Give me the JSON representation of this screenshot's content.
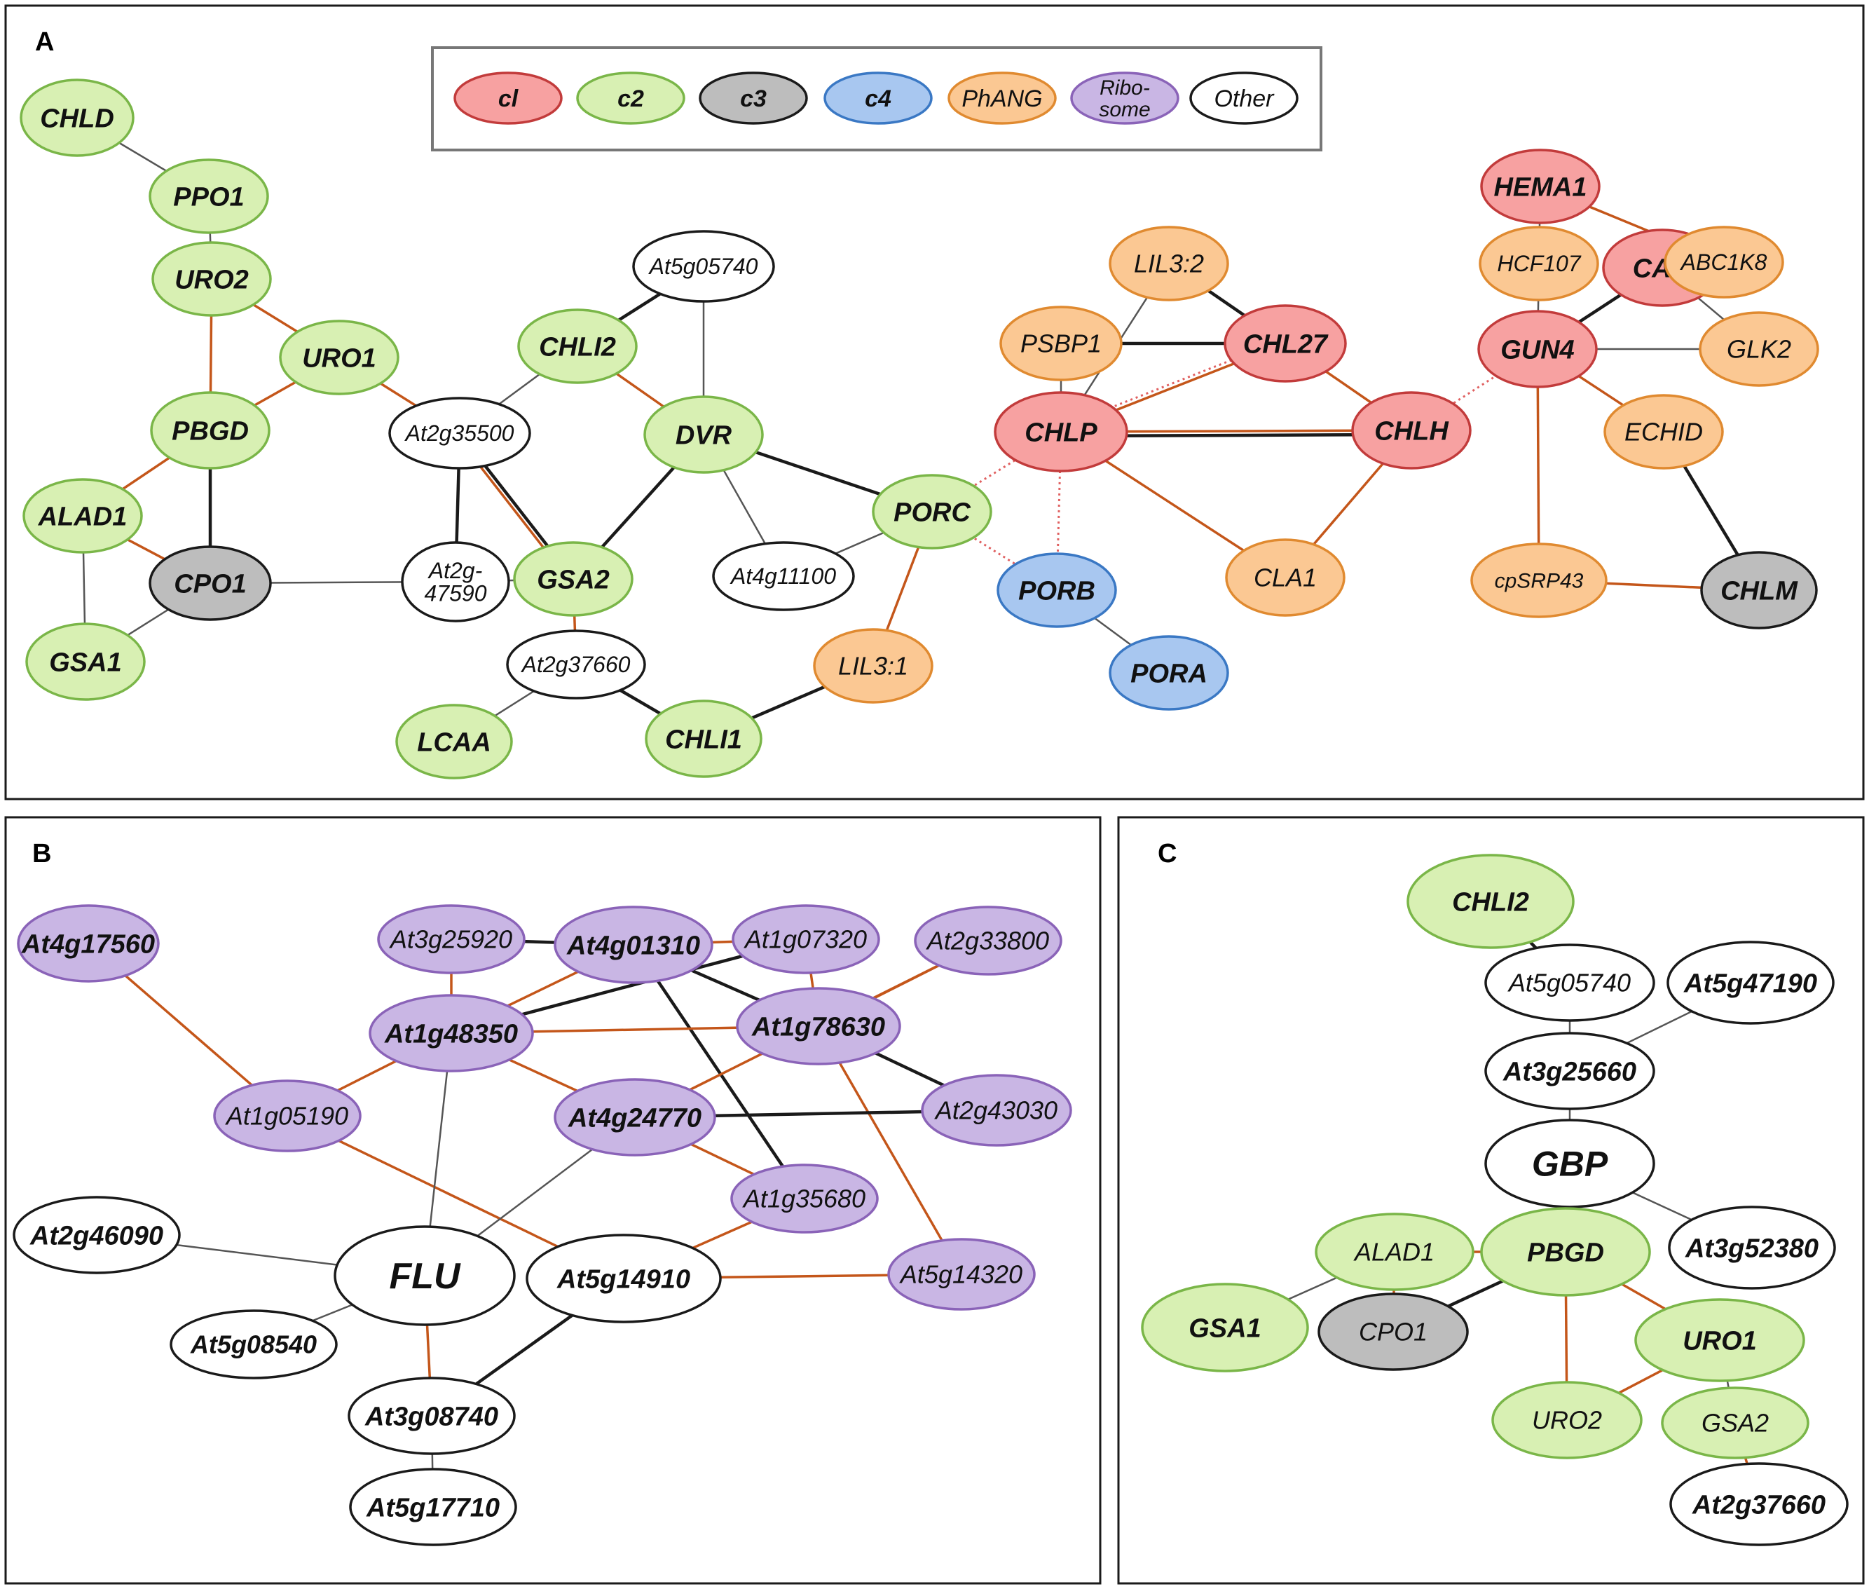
{
  "panel_labels": {
    "A": "A",
    "B": "B",
    "C": "C"
  },
  "colors": {
    "c1": {
      "fill": "#f7a1a1",
      "stroke": "#c23b3b"
    },
    "c2": {
      "fill": "#d8f0b3",
      "stroke": "#7ab648"
    },
    "c3": {
      "fill": "#bdbdbd",
      "stroke": "#1a1a1a"
    },
    "c4": {
      "fill": "#a8c7f0",
      "stroke": "#3a78c4"
    },
    "phang": {
      "fill": "#fbc893",
      "stroke": "#e08a30"
    },
    "ribo": {
      "fill": "#c9b6e4",
      "stroke": "#8a63b8"
    },
    "other": {
      "fill": "#ffffff",
      "stroke": "#1a1a1a"
    },
    "edge_black": "#1a1a1a",
    "edge_orange": "#c4561a",
    "edge_dotted": "#e06060",
    "edge_gray": "#555555"
  },
  "legend": [
    {
      "key": "c1",
      "label": "cl",
      "bold": true
    },
    {
      "key": "c2",
      "label": "c2",
      "bold": true
    },
    {
      "key": "c3",
      "label": "c3",
      "bold": true
    },
    {
      "key": "c4",
      "label": "c4",
      "bold": true
    },
    {
      "key": "phang",
      "label": "PhANG",
      "bold": false
    },
    {
      "key": "ribo",
      "label": "Ribo-\nsome",
      "bold": false
    },
    {
      "key": "other",
      "label": "Other",
      "bold": false
    }
  ],
  "panels": {
    "A": {
      "nodes": [
        {
          "id": "CHLD",
          "label": "CHLD",
          "cls": "c2",
          "bold": true
        },
        {
          "id": "PPO1",
          "label": "PPO1",
          "cls": "c2",
          "bold": true
        },
        {
          "id": "URO2",
          "label": "URO2",
          "cls": "c2",
          "bold": true
        },
        {
          "id": "URO1",
          "label": "URO1",
          "cls": "c2",
          "bold": true
        },
        {
          "id": "PBGD",
          "label": "PBGD",
          "cls": "c2",
          "bold": true
        },
        {
          "id": "ALAD1",
          "label": "ALAD1",
          "cls": "c2",
          "bold": true
        },
        {
          "id": "CPO1",
          "label": "CPO1",
          "cls": "c3",
          "bold": true
        },
        {
          "id": "GSA1",
          "label": "GSA1",
          "cls": "c2",
          "bold": true
        },
        {
          "id": "At2g35500",
          "label": "At2g35500",
          "cls": "other",
          "bold": false
        },
        {
          "id": "At2g47590",
          "label": "At2g-\n47590",
          "cls": "other",
          "bold": false
        },
        {
          "id": "GSA2",
          "label": "GSA2",
          "cls": "c2",
          "bold": true
        },
        {
          "id": "At2g37660",
          "label": "At2g37660",
          "cls": "other",
          "bold": false
        },
        {
          "id": "LCAA",
          "label": "LCAA",
          "cls": "c2",
          "bold": true
        },
        {
          "id": "CHLI1",
          "label": "CHLI1",
          "cls": "c2",
          "bold": true
        },
        {
          "id": "CHLI2",
          "label": "CHLI2",
          "cls": "c2",
          "bold": true
        },
        {
          "id": "At5g05740",
          "label": "At5g05740",
          "cls": "other",
          "bold": false
        },
        {
          "id": "DVR",
          "label": "DVR",
          "cls": "c2",
          "bold": true
        },
        {
          "id": "At4g11100",
          "label": "At4g11100",
          "cls": "other",
          "bold": false
        },
        {
          "id": "PORC",
          "label": "PORC",
          "cls": "c2",
          "bold": true
        },
        {
          "id": "LIL3_1",
          "label": "LIL3:1",
          "cls": "phang",
          "bold": false
        },
        {
          "id": "PORB",
          "label": "PORB",
          "cls": "c4",
          "bold": true
        },
        {
          "id": "PORA",
          "label": "PORA",
          "cls": "c4",
          "bold": true
        },
        {
          "id": "PSBP1",
          "label": "PSBP1",
          "cls": "phang",
          "bold": false
        },
        {
          "id": "LIL3_2",
          "label": "LIL3:2",
          "cls": "phang",
          "bold": false
        },
        {
          "id": "CHL27",
          "label": "CHL27",
          "cls": "c1",
          "bold": true
        },
        {
          "id": "CHLP",
          "label": "CHLP",
          "cls": "c1",
          "bold": true
        },
        {
          "id": "CHLH",
          "label": "CHLH",
          "cls": "c1",
          "bold": true
        },
        {
          "id": "CLA1",
          "label": "CLA1",
          "cls": "phang",
          "bold": false
        },
        {
          "id": "HEMA1",
          "label": "HEMA1",
          "cls": "c1",
          "bold": true
        },
        {
          "id": "HCF107",
          "label": "HCF107",
          "cls": "phang",
          "bold": false
        },
        {
          "id": "CAO",
          "label": "CAO",
          "cls": "c1",
          "bold": true
        },
        {
          "id": "ABC1K8",
          "label": "ABC1K8",
          "cls": "phang",
          "bold": false
        },
        {
          "id": "GUN4",
          "label": "GUN4",
          "cls": "c1",
          "bold": true
        },
        {
          "id": "GLK2",
          "label": "GLK2",
          "cls": "phang",
          "bold": false
        },
        {
          "id": "ECHID",
          "label": "ECHID",
          "cls": "phang",
          "bold": false
        },
        {
          "id": "cpSRP43",
          "label": "cpSRP43",
          "cls": "phang",
          "bold": false
        },
        {
          "id": "CHLM",
          "label": "CHLM",
          "cls": "c3",
          "bold": true
        }
      ],
      "edges": [
        [
          "CHLD",
          "PPO1",
          "gray"
        ],
        [
          "PPO1",
          "URO2",
          "gray"
        ],
        [
          "URO2",
          "PBGD",
          "orange"
        ],
        [
          "URO2",
          "URO1",
          "orange"
        ],
        [
          "URO1",
          "PBGD",
          "orange"
        ],
        [
          "URO1",
          "At2g35500",
          "orange"
        ],
        [
          "PBGD",
          "ALAD1",
          "orange"
        ],
        [
          "PBGD",
          "CPO1",
          "black"
        ],
        [
          "ALAD1",
          "CPO1",
          "orange"
        ],
        [
          "ALAD1",
          "GSA1",
          "gray"
        ],
        [
          "CPO1",
          "GSA1",
          "gray"
        ],
        [
          "CPO1",
          "At2g47590",
          "gray"
        ],
        [
          "At2g35500",
          "At2g47590",
          "black"
        ],
        [
          "At2g35500",
          "GSA2",
          "black"
        ],
        [
          "At2g35500",
          "GSA2",
          "orange"
        ],
        [
          "At2g35500",
          "CHLI2",
          "gray"
        ],
        [
          "At2g47590",
          "GSA2",
          "gray"
        ],
        [
          "GSA2",
          "At2g37660",
          "orange"
        ],
        [
          "GSA2",
          "DVR",
          "black"
        ],
        [
          "At2g37660",
          "LCAA",
          "gray"
        ],
        [
          "At2g37660",
          "CHLI1",
          "black"
        ],
        [
          "CHLI1",
          "LIL3_1",
          "black"
        ],
        [
          "CHLI2",
          "DVR",
          "orange"
        ],
        [
          "CHLI2",
          "At5g05740",
          "black"
        ],
        [
          "At5g05740",
          "DVR",
          "gray"
        ],
        [
          "DVR",
          "PORC",
          "black"
        ],
        [
          "DVR",
          "At4g11100",
          "gray"
        ],
        [
          "At4g11100",
          "PORC",
          "gray"
        ],
        [
          "PORC",
          "LIL3_1",
          "orange"
        ],
        [
          "PORC",
          "CHLP",
          "dotted"
        ],
        [
          "PORC",
          "PORB",
          "dotted"
        ],
        [
          "CHLP",
          "PORB",
          "dotted"
        ],
        [
          "PORB",
          "PORA",
          "gray"
        ],
        [
          "PSBP1",
          "CHL27",
          "black"
        ],
        [
          "PSBP1",
          "CHLP",
          "gray"
        ],
        [
          "LIL3_2",
          "CHLP",
          "gray"
        ],
        [
          "LIL3_2",
          "CHL27",
          "black"
        ],
        [
          "CHL27",
          "CHLP",
          "orange"
        ],
        [
          "CHL27",
          "CHLP",
          "dotted"
        ],
        [
          "CHL27",
          "CHLH",
          "orange"
        ],
        [
          "CHLP",
          "CHLH",
          "orange"
        ],
        [
          "CHLP",
          "CHLH",
          "black"
        ],
        [
          "CHLP",
          "CLA1",
          "orange"
        ],
        [
          "CHLH",
          "CLA1",
          "orange"
        ],
        [
          "CHLH",
          "GUN4",
          "dotted"
        ],
        [
          "HEMA1",
          "HCF107",
          "gray"
        ],
        [
          "HEMA1",
          "ABC1K8",
          "orange"
        ],
        [
          "HCF107",
          "GUN4",
          "gray"
        ],
        [
          "CAO",
          "ABC1K8",
          "orange"
        ],
        [
          "CAO",
          "GUN4",
          "black"
        ],
        [
          "CAO",
          "GLK2",
          "gray"
        ],
        [
          "GUN4",
          "GLK2",
          "gray"
        ],
        [
          "GUN4",
          "ECHID",
          "orange"
        ],
        [
          "GUN4",
          "cpSRP43",
          "orange"
        ],
        [
          "ECHID",
          "CHLM",
          "black"
        ],
        [
          "cpSRP43",
          "CHLM",
          "orange"
        ]
      ]
    },
    "B": {
      "nodes": [
        {
          "id": "At4g17560",
          "label": "At4g17560",
          "cls": "ribo",
          "bold": true
        },
        {
          "id": "At3g25920",
          "label": "At3g25920",
          "cls": "ribo",
          "bold": false
        },
        {
          "id": "At4g01310",
          "label": "At4g01310",
          "cls": "ribo",
          "bold": true
        },
        {
          "id": "At1g07320",
          "label": "At1g07320",
          "cls": "ribo",
          "bold": false
        },
        {
          "id": "At2g33800",
          "label": "At2g33800",
          "cls": "ribo",
          "bold": false
        },
        {
          "id": "At1g48350",
          "label": "At1g48350",
          "cls": "ribo",
          "bold": true
        },
        {
          "id": "At1g78630",
          "label": "At1g78630",
          "cls": "ribo",
          "bold": true
        },
        {
          "id": "At1g05190",
          "label": "At1g05190",
          "cls": "ribo",
          "bold": false
        },
        {
          "id": "At4g24770",
          "label": "At4g24770",
          "cls": "ribo",
          "bold": true
        },
        {
          "id": "At2g43030",
          "label": "At2g43030",
          "cls": "ribo",
          "bold": false
        },
        {
          "id": "At1g35680",
          "label": "At1g35680",
          "cls": "ribo",
          "bold": false
        },
        {
          "id": "At5g14320",
          "label": "At5g14320",
          "cls": "ribo",
          "bold": false
        },
        {
          "id": "At2g46090",
          "label": "At2g46090",
          "cls": "other",
          "bold": true
        },
        {
          "id": "FLU",
          "label": "FLU",
          "cls": "other",
          "bold": true
        },
        {
          "id": "At5g14910",
          "label": "At5g14910",
          "cls": "other",
          "bold": true
        },
        {
          "id": "At5g08540",
          "label": "At5g08540",
          "cls": "other",
          "bold": true
        },
        {
          "id": "At3g08740",
          "label": "At3g08740",
          "cls": "other",
          "bold": true
        },
        {
          "id": "At5g17710",
          "label": "At5g17710",
          "cls": "other",
          "bold": true
        }
      ],
      "edges": [
        [
          "At4g17560",
          "At1g05190",
          "orange"
        ],
        [
          "At1g05190",
          "At1g48350",
          "orange"
        ],
        [
          "At1g05190",
          "At5g14910",
          "orange"
        ],
        [
          "At3g25920",
          "At4g01310",
          "black"
        ],
        [
          "At3g25920",
          "At1g48350",
          "orange"
        ],
        [
          "At4g01310",
          "At1g48350",
          "orange"
        ],
        [
          "At4g01310",
          "At1g07320",
          "orange"
        ],
        [
          "At4g01310",
          "At1g78630",
          "black"
        ],
        [
          "At4g01310",
          "At1g35680",
          "black"
        ],
        [
          "At1g07320",
          "At1g48350",
          "black"
        ],
        [
          "At1g07320",
          "At1g78630",
          "orange"
        ],
        [
          "At2g33800",
          "At1g78630",
          "orange"
        ],
        [
          "At2g33800",
          "At4g24770",
          "orange"
        ],
        [
          "At1g48350",
          "At1g78630",
          "orange"
        ],
        [
          "At1g48350",
          "At4g24770",
          "orange"
        ],
        [
          "At1g48350",
          "FLU",
          "gray"
        ],
        [
          "At1g78630",
          "At2g43030",
          "black"
        ],
        [
          "At1g78630",
          "At5g14320",
          "orange"
        ],
        [
          "At4g24770",
          "At2g43030",
          "black"
        ],
        [
          "At4g24770",
          "At1g35680",
          "orange"
        ],
        [
          "At4g24770",
          "FLU",
          "gray"
        ],
        [
          "At1g35680",
          "At5g14910",
          "orange"
        ],
        [
          "At5g14910",
          "At5g14320",
          "orange"
        ],
        [
          "At5g14910",
          "At3g08740",
          "black"
        ],
        [
          "At2g46090",
          "FLU",
          "gray"
        ],
        [
          "FLU",
          "At5g08540",
          "gray"
        ],
        [
          "FLU",
          "At3g08740",
          "orange"
        ],
        [
          "At3g08740",
          "At5g17710",
          "gray"
        ]
      ]
    },
    "C": {
      "nodes": [
        {
          "id": "CHLI2",
          "label": "CHLI2",
          "cls": "c2",
          "bold": true
        },
        {
          "id": "At5g05740",
          "label": "At5g05740",
          "cls": "other",
          "bold": false
        },
        {
          "id": "At5g47190",
          "label": "At5g47190",
          "cls": "other",
          "bold": true
        },
        {
          "id": "At3g25660",
          "label": "At3g25660",
          "cls": "other",
          "bold": true
        },
        {
          "id": "GBP",
          "label": "GBP",
          "cls": "other",
          "bold": true
        },
        {
          "id": "At3g52380",
          "label": "At3g52380",
          "cls": "other",
          "bold": true
        },
        {
          "id": "ALAD1",
          "label": "ALAD1",
          "cls": "c2",
          "bold": false
        },
        {
          "id": "PBGD",
          "label": "PBGD",
          "cls": "c2",
          "bold": true
        },
        {
          "id": "GSA1",
          "label": "GSA1",
          "cls": "c2",
          "bold": true
        },
        {
          "id": "CPO1",
          "label": "CPO1",
          "cls": "c3",
          "bold": false
        },
        {
          "id": "URO1",
          "label": "URO1",
          "cls": "c2",
          "bold": true
        },
        {
          "id": "URO2",
          "label": "URO2",
          "cls": "c2",
          "bold": false
        },
        {
          "id": "GSA2",
          "label": "GSA2",
          "cls": "c2",
          "bold": false
        },
        {
          "id": "At2g37660",
          "label": "At2g37660",
          "cls": "other",
          "bold": true
        }
      ],
      "edges": [
        [
          "CHLI2",
          "At5g05740",
          "black"
        ],
        [
          "At5g05740",
          "At3g25660",
          "gray"
        ],
        [
          "At5g47190",
          "At3g25660",
          "gray"
        ],
        [
          "At3g25660",
          "GBP",
          "gray"
        ],
        [
          "GBP",
          "PBGD",
          "gray"
        ],
        [
          "GBP",
          "At3g52380",
          "gray"
        ],
        [
          "ALAD1",
          "PBGD",
          "orange"
        ],
        [
          "ALAD1",
          "GSA1",
          "gray"
        ],
        [
          "ALAD1",
          "CPO1",
          "orange"
        ],
        [
          "PBGD",
          "CPO1",
          "black"
        ],
        [
          "PBGD",
          "URO1",
          "orange"
        ],
        [
          "PBGD",
          "URO2",
          "orange"
        ],
        [
          "URO1",
          "URO2",
          "orange"
        ],
        [
          "URO1",
          "GSA2",
          "gray"
        ],
        [
          "GSA2",
          "At2g37660",
          "orange"
        ]
      ]
    }
  }
}
